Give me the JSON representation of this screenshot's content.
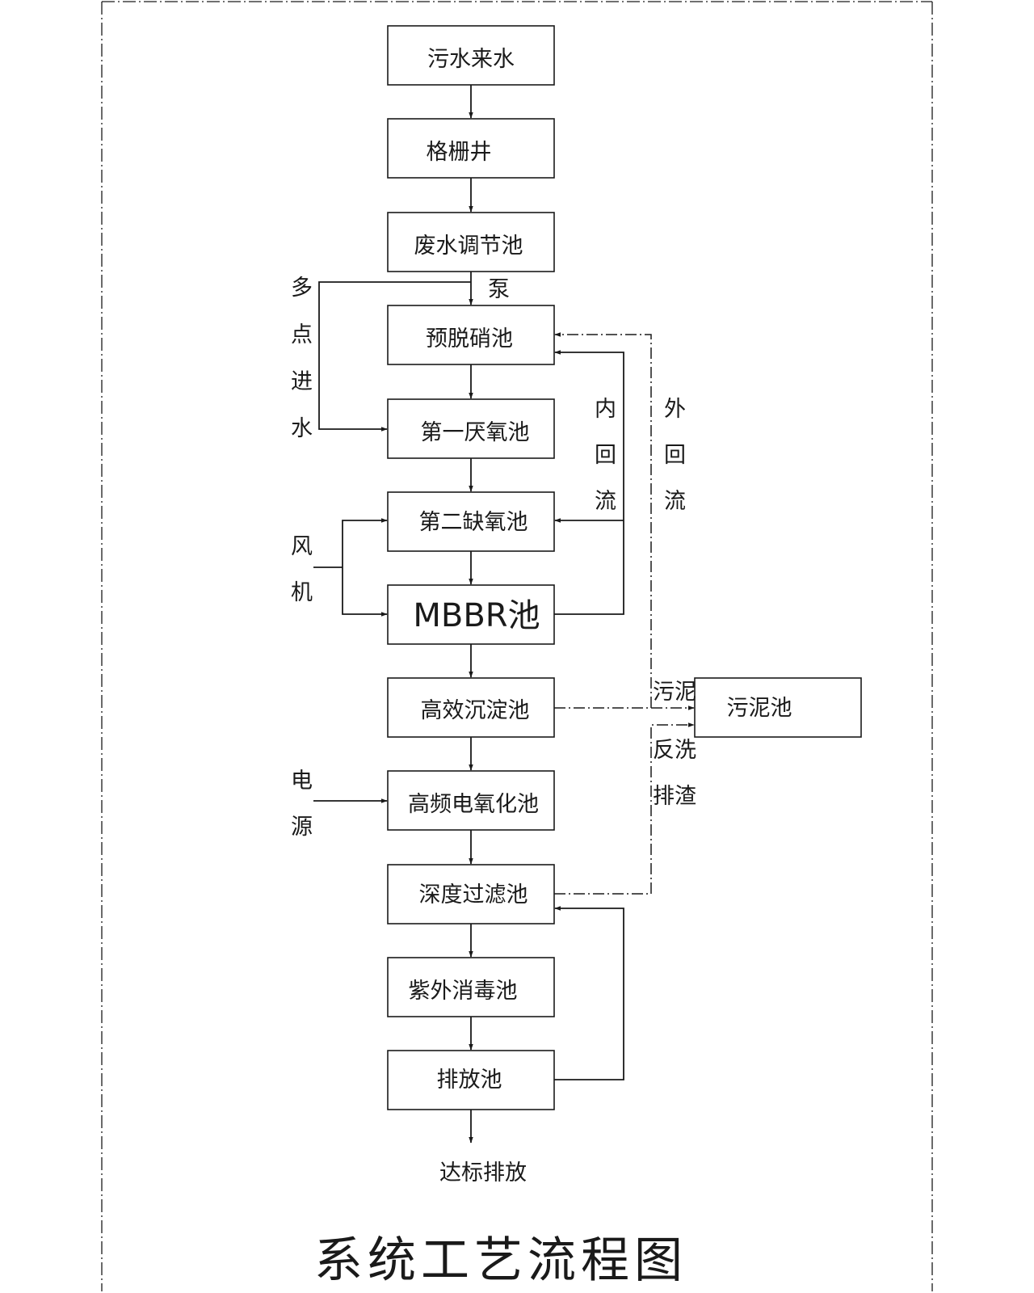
{
  "title": "系统工艺流程图",
  "process_boxes": [
    {
      "id": "inflow",
      "label": "污水来水"
    },
    {
      "id": "grille",
      "label": "格栅井"
    },
    {
      "id": "equalization",
      "label": "废水调节池"
    },
    {
      "id": "predenitrification",
      "label": "预脱硝池"
    },
    {
      "id": "anaerobic",
      "label": "第一厌氧池"
    },
    {
      "id": "anoxic",
      "label": "第二缺氧池"
    },
    {
      "id": "mbbr",
      "label": "MBBR池"
    },
    {
      "id": "sedimentation",
      "label": "高效沉淀池"
    },
    {
      "id": "electro_oxidation",
      "label": "高频电氧化池"
    },
    {
      "id": "deep_filtration",
      "label": "深度过滤池"
    },
    {
      "id": "uv_disinfection",
      "label": "紫外消毒池"
    },
    {
      "id": "discharge_pool",
      "label": "排放池"
    }
  ],
  "sludge_box": {
    "label": "污泥池"
  },
  "final_output": {
    "label": "达标排放"
  },
  "side_labels": {
    "pump": "泵",
    "multi_point_inflow": "多点进水",
    "internal_reflux": "内回流",
    "external_reflux": "外回流",
    "blower": "风机",
    "power_source": "电源",
    "sludge": "污泥",
    "backwash_slag": "反洗排渣"
  }
}
